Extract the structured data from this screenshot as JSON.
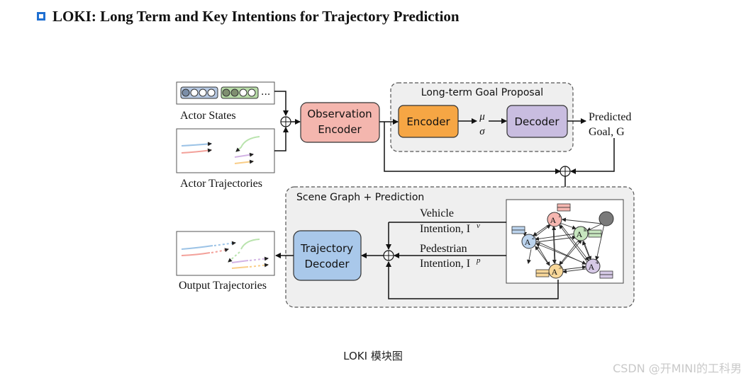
{
  "header": {
    "title": "LOKI: Long Term and Key Intentions for Trajectory Prediction"
  },
  "diagram": {
    "actor_states": "Actor States",
    "actor_trajectories": "Actor Trajectories",
    "obs_encoder": [
      "Observation",
      "Encoder"
    ],
    "goal_proposal_title": "Long-term Goal Proposal",
    "encoder": "Encoder",
    "decoder": "Decoder",
    "mu": "μ",
    "sigma": "σ",
    "predicted_goal": [
      "Predicted",
      "Goal, G"
    ],
    "scene_graph_title": "Scene Graph + Prediction",
    "vehicle_intention": [
      "Vehicle",
      "Intention, I"
    ],
    "vehicle_sup": "v",
    "pedestrian_intention": [
      "Pedestrian",
      "Intention, I"
    ],
    "pedestrian_sup": "p",
    "trajectory_decoder": [
      "Trajectory",
      "Decoder"
    ],
    "output_trajectories": "Output Trajectories",
    "ellipsis": "...",
    "nodes": {
      "a1": "A",
      "a1_sup": "1",
      "a2": "A",
      "a2_sup": "2",
      "a3": "A",
      "a3_sup": "3",
      "a4": "A",
      "a4_sup": "4",
      "ak": "A",
      "ak_sup": "k"
    }
  },
  "colors": {
    "obs_encoder": "#f4b6ae",
    "encoder": "#f6a644",
    "decoder": "#c9bde0",
    "traj_decoder": "#a9c8ea",
    "node_red": "#f6b7b1",
    "node_blue": "#bcd4ee",
    "node_green": "#c7e6bf",
    "node_orange": "#f9d89a",
    "node_purple": "#d6c9e6",
    "node_gray": "#7a7a7a"
  },
  "caption": "LOKI 模块图",
  "watermark": "CSDN @开MINI的工科男"
}
